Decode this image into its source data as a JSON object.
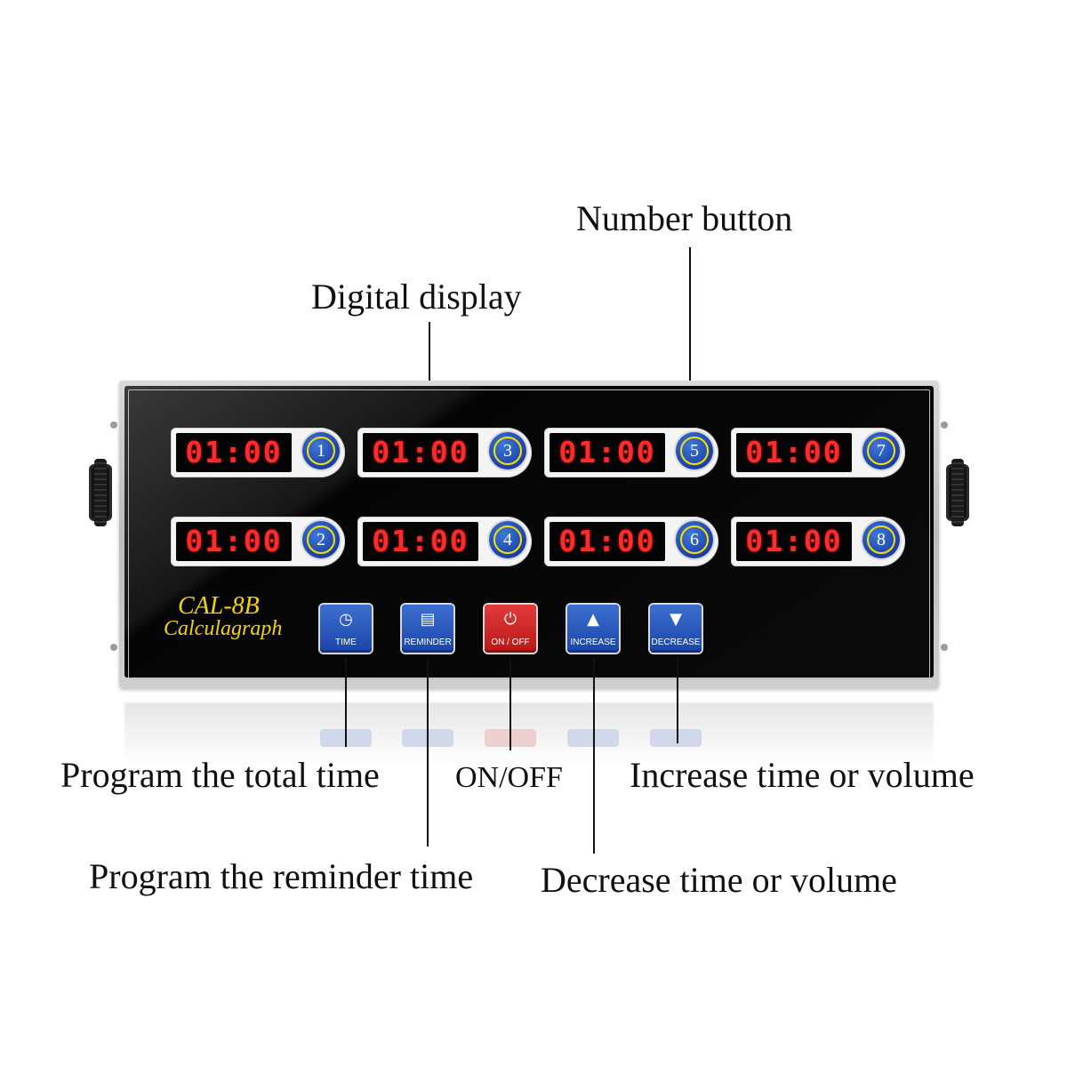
{
  "labels": {
    "number_button": "Number button",
    "digital_display": "Digital display",
    "program_total": "Program the total time",
    "on_off": "ON/OFF",
    "increase": "Increase time or volume",
    "program_reminder": "Program the reminder time",
    "decrease": "Decrease time or volume"
  },
  "device": {
    "model": "CAL-8B",
    "name": "Calculagraph",
    "timers": [
      {
        "number": "1",
        "display": "01:00"
      },
      {
        "number": "3",
        "display": "01:00"
      },
      {
        "number": "5",
        "display": "01:00"
      },
      {
        "number": "7",
        "display": "01:00"
      },
      {
        "number": "2",
        "display": "01:00"
      },
      {
        "number": "4",
        "display": "01:00"
      },
      {
        "number": "6",
        "display": "01:00"
      },
      {
        "number": "8",
        "display": "01:00"
      }
    ],
    "buttons": [
      {
        "label": "TIME",
        "icon": "clock-icon",
        "color": "#1d43a8"
      },
      {
        "label": "REMINDER",
        "icon": "basket-icon",
        "color": "#1d43a8"
      },
      {
        "label": "ON / OFF",
        "icon": "power-icon",
        "color": "#c41e1e"
      },
      {
        "label": "INCREASE",
        "icon": "up-triangle-icon",
        "color": "#1d43a8"
      },
      {
        "label": "DECREASE",
        "icon": "down-triangle-icon",
        "color": "#1d43a8"
      }
    ]
  },
  "colors": {
    "display_red": "#ff2a2a",
    "brand_yellow": "#f2d400",
    "button_blue": "#1d43a8",
    "button_red": "#c41e1e"
  }
}
